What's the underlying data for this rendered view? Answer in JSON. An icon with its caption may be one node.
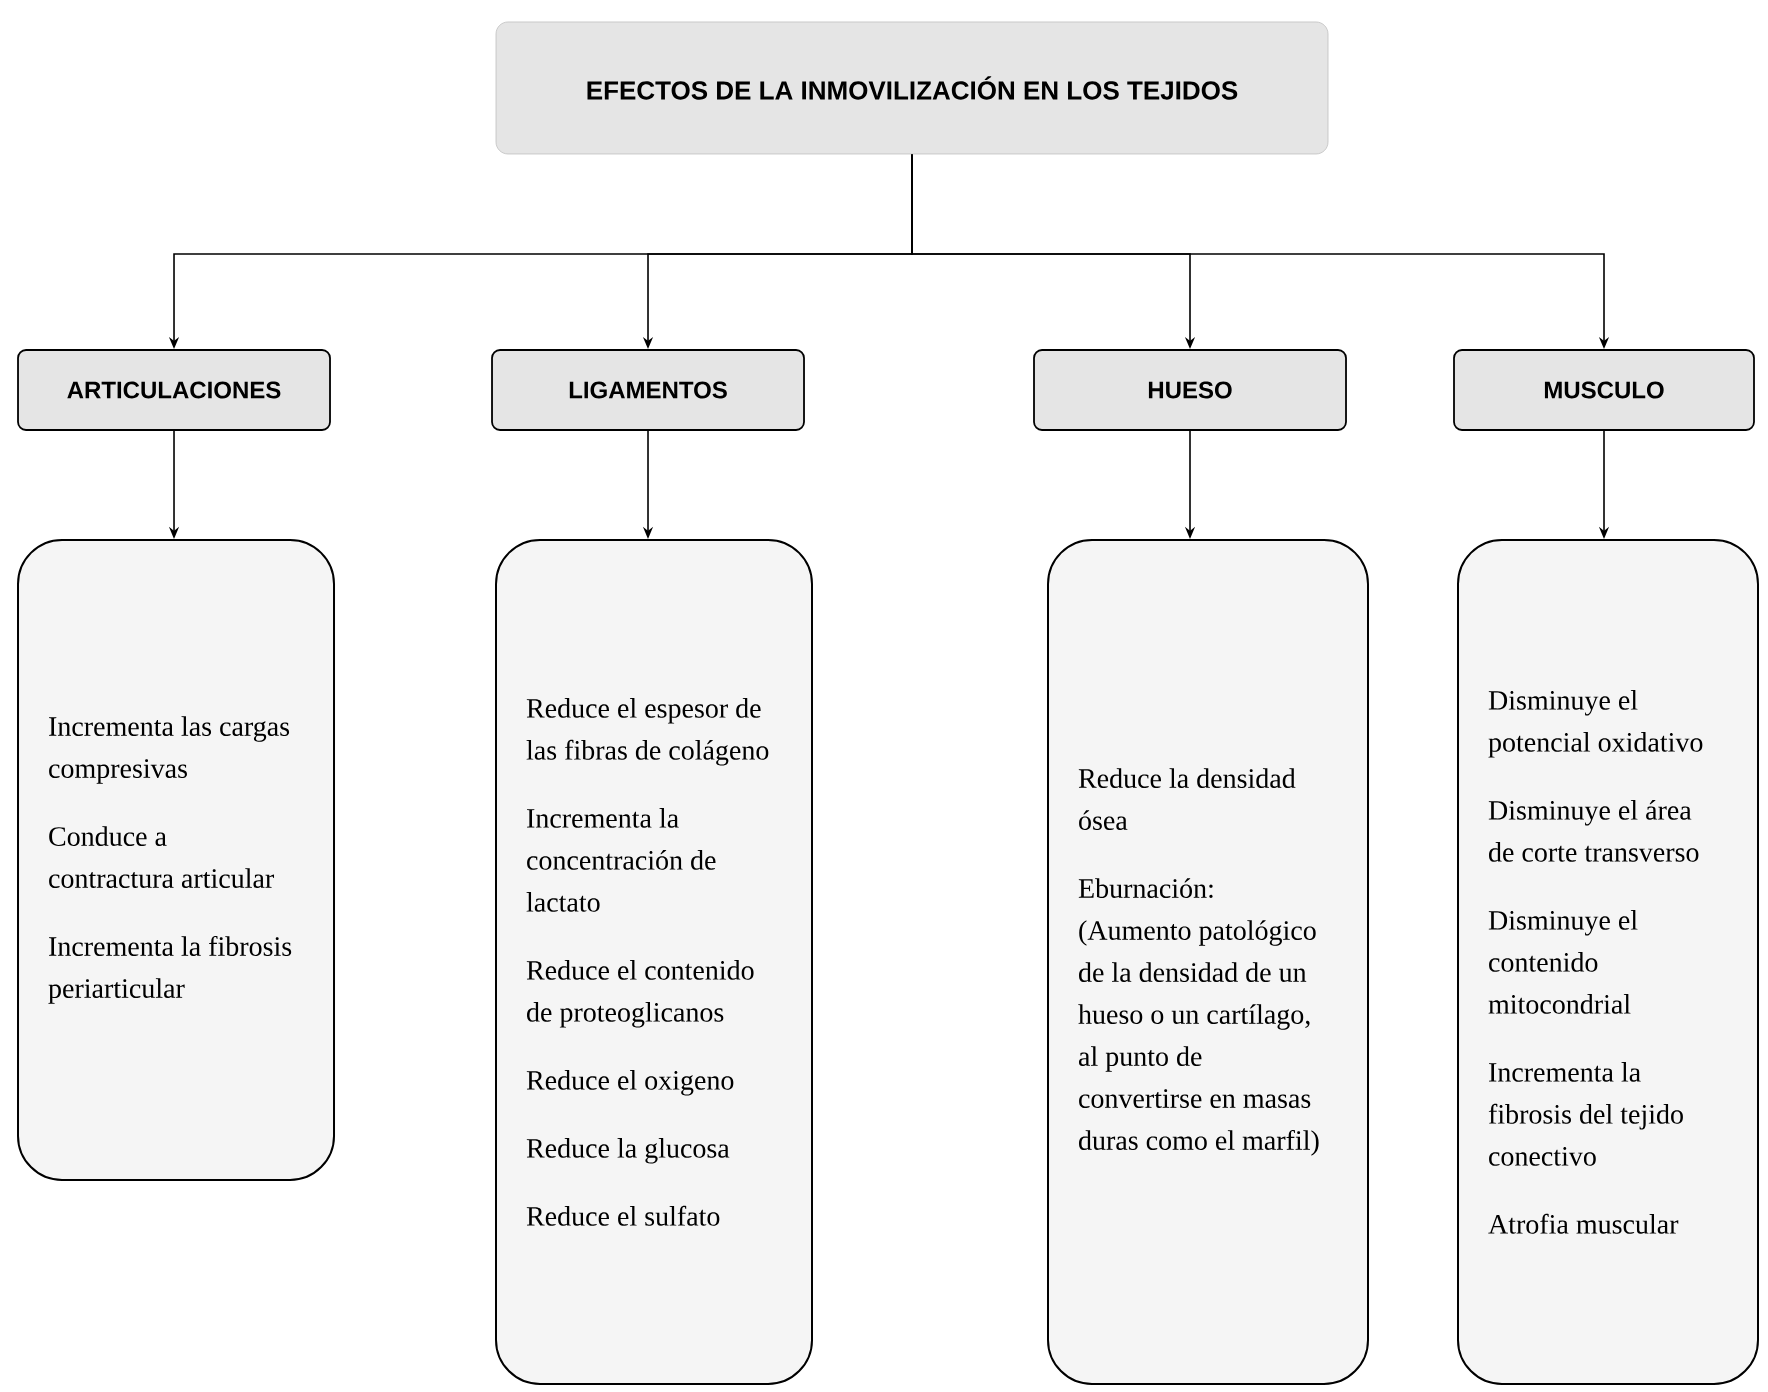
{
  "diagram": {
    "nodes": [
      {
        "text": [
          "EFECTOS DE LA INMOVILIZACIÓN EN LOS TEJIDOS"
        ]
      },
      {
        "text": [
          "ARTICULACIONES"
        ]
      },
      {
        "text": [
          "LIGAMENTOS"
        ]
      },
      {
        "text": [
          "HUESO"
        ]
      },
      {
        "text": [
          "MUSCULO"
        ]
      },
      {
        "text": [
          "Incrementa las cargas compresivas",
          "Conduce a contractura articular",
          "Incrementa la fibrosis periarticular"
        ]
      },
      {
        "text": [
          "Reduce el espesor de las fibras de colágeno",
          "Incrementa la concentración de lactato",
          "Reduce el contenido de proteoglicanos",
          "Reduce el oxigeno",
          "Reduce la glucosa",
          "Reduce el sulfato"
        ]
      },
      {
        "text": [
          "Reduce la densidad ósea",
          "Eburnación: (Aumento patológico de la densidad de un hueso o un cartílago, al punto de convertirse en masas duras como el marfil)"
        ]
      },
      {
        "text": [
          "Disminuye el potencial oxidativo",
          "Disminuye el área de corte transverso",
          "Disminuye el contenido mitocondrial",
          "Incrementa la fibrosis del tejido conectivo",
          "Atrofia muscular"
        ]
      }
    ],
    "edges": [
      {
        "from": 0,
        "to": 1,
        "arrow": "to"
      },
      {
        "from": 0,
        "to": 2,
        "arrow": "to"
      },
      {
        "from": 0,
        "to": 3,
        "arrow": "to"
      },
      {
        "from": 0,
        "to": 4,
        "arrow": "to"
      },
      {
        "from": 1,
        "to": 5,
        "arrow": "to"
      },
      {
        "from": 2,
        "to": 6,
        "arrow": "to"
      },
      {
        "from": 3,
        "to": 7,
        "arrow": "to"
      },
      {
        "from": 4,
        "to": 8,
        "arrow": "to"
      }
    ]
  }
}
